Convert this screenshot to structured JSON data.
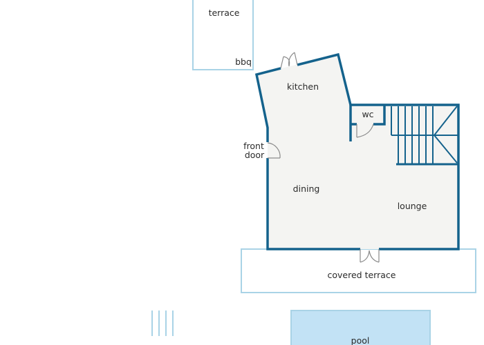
{
  "floorplan": {
    "colors": {
      "wall": "#14628c",
      "outdoor_outline": "#a9d3e6",
      "interior_fill": "#f4f4f2",
      "pool_fill": "#c2e2f5",
      "door": "#8a8a8a"
    },
    "rooms": {
      "terrace": "terrace",
      "bbq": "bbq",
      "kitchen": "kitchen",
      "wc": "wc",
      "front_door_line1": "front",
      "front_door_line2": "door",
      "dining": "dining",
      "lounge": "lounge",
      "covered_terrace": "covered terrace",
      "pool": "pool"
    }
  }
}
